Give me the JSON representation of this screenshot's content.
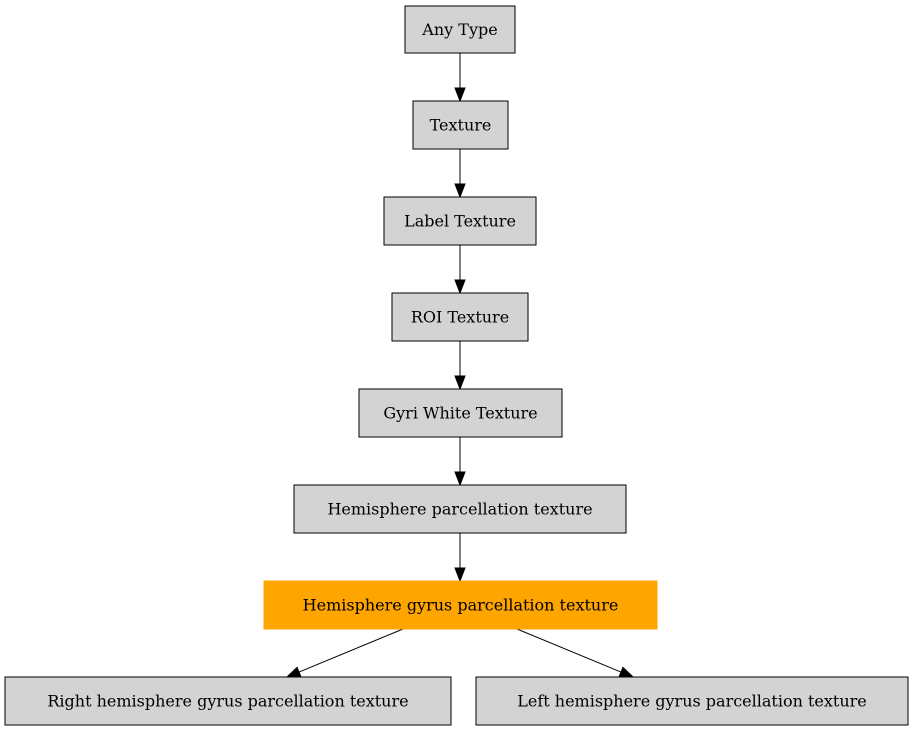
{
  "colors": {
    "node_fill": "#d3d3d3",
    "highlight_fill": "#ffa500",
    "border": "#000000"
  },
  "nodes": [
    {
      "id": "any-type",
      "label": "Any Type",
      "highlight": false
    },
    {
      "id": "texture",
      "label": "Texture",
      "highlight": false
    },
    {
      "id": "label-texture",
      "label": "Label Texture",
      "highlight": false
    },
    {
      "id": "roi-texture",
      "label": "ROI Texture",
      "highlight": false
    },
    {
      "id": "gyri-white-texture",
      "label": "Gyri White Texture",
      "highlight": false
    },
    {
      "id": "hemisphere-parcellation-texture",
      "label": "Hemisphere parcellation texture",
      "highlight": false
    },
    {
      "id": "hemisphere-gyrus-parcellation-texture",
      "label": "Hemisphere gyrus parcellation texture",
      "highlight": true
    },
    {
      "id": "right-hemisphere-gyrus-parcellation-texture",
      "label": "Right hemisphere gyrus parcellation texture",
      "highlight": false
    },
    {
      "id": "left-hemisphere-gyrus-parcellation-texture",
      "label": "Left hemisphere gyrus parcellation texture",
      "highlight": false
    }
  ],
  "edges": [
    {
      "from": "any-type",
      "to": "texture"
    },
    {
      "from": "texture",
      "to": "label-texture"
    },
    {
      "from": "label-texture",
      "to": "roi-texture"
    },
    {
      "from": "roi-texture",
      "to": "gyri-white-texture"
    },
    {
      "from": "gyri-white-texture",
      "to": "hemisphere-parcellation-texture"
    },
    {
      "from": "hemisphere-parcellation-texture",
      "to": "hemisphere-gyrus-parcellation-texture"
    },
    {
      "from": "hemisphere-gyrus-parcellation-texture",
      "to": "right-hemisphere-gyrus-parcellation-texture"
    },
    {
      "from": "hemisphere-gyrus-parcellation-texture",
      "to": "left-hemisphere-gyrus-parcellation-texture"
    }
  ]
}
